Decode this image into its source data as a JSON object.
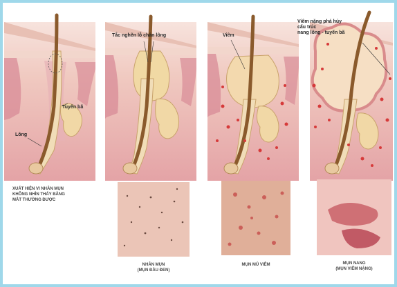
{
  "diagram": {
    "panel1": {
      "label_gland": "Tuyến bã",
      "label_hair": "Lông",
      "caption": "XUẤT HIỆN VI NHÂN MỤN\nKHÔNG NHÌN THẤY BẰNG\nMẮT THƯỜNG ĐƯỢC"
    },
    "panel2": {
      "label_clog": "Tắc nghẽn lỗ chân lông",
      "photo_caption": "NHÂN MỤN\n(MỤN ĐẦU ĐEN)"
    },
    "panel3": {
      "label_inflam": "Viêm",
      "photo_caption": "MỤN MỦ VIÊM"
    },
    "panel4": {
      "label_severe": "Viêm nặng phá hủy\ncấu trúc\nnang lông - tuyến bã",
      "photo_caption": "MỤN NANG\n(MỤN VIÊM NẶNG)"
    },
    "colors": {
      "skin_surface": "#e9b8ab",
      "dermis": "#f3d3cc",
      "deep": "#e9a3a8",
      "hair": "#8a5a2c",
      "gland": "#f1d8a6",
      "inflammation": "#d63a3a",
      "border_blue": "#9fd8ea"
    }
  }
}
